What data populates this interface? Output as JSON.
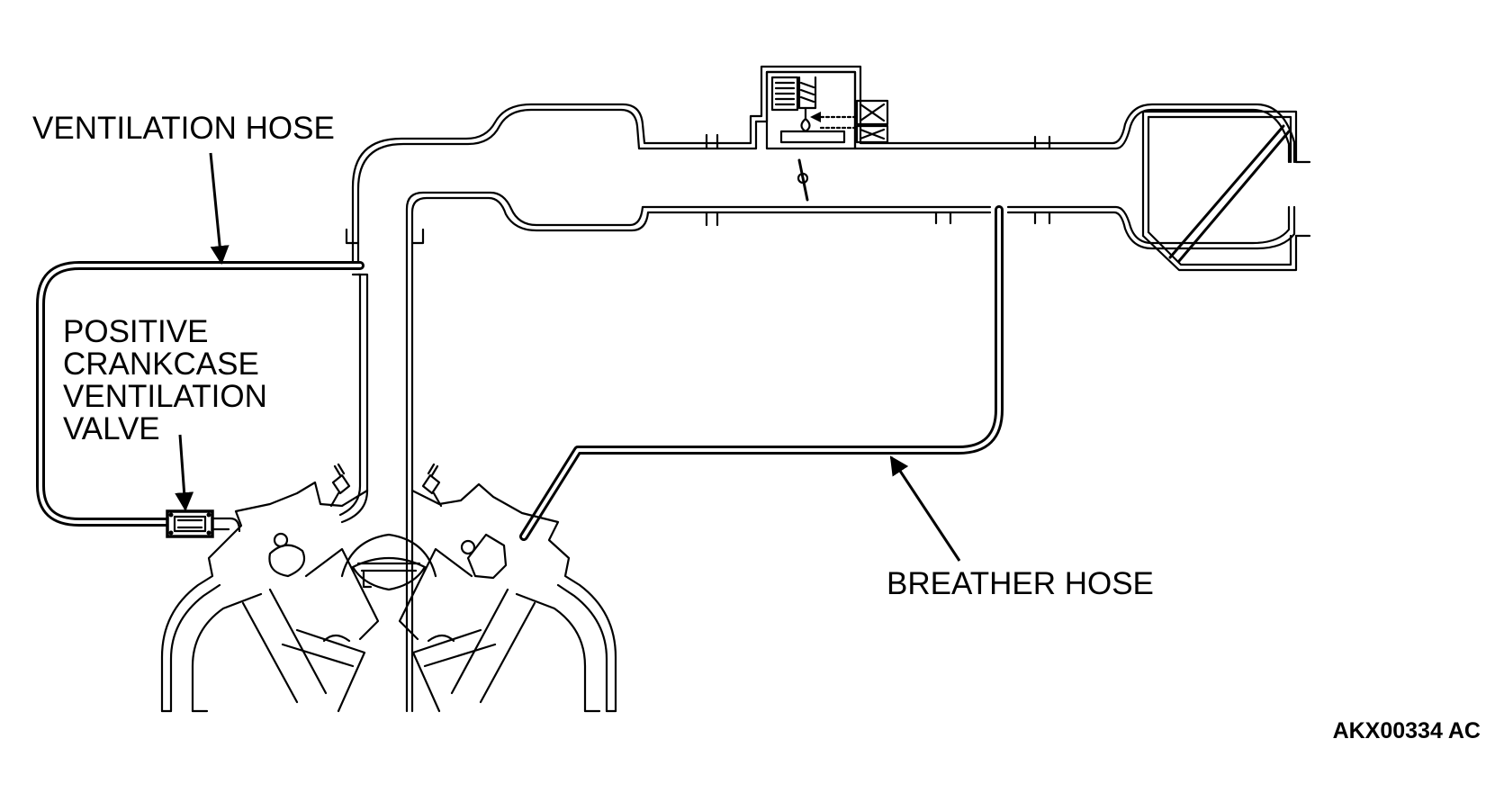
{
  "labels": {
    "ventilation_hose": "VENTILATION HOSE",
    "pcv_valve_lines": [
      "POSITIVE",
      "CRANKCASE",
      "VENTILATION",
      "VALVE"
    ],
    "breather_hose": "BREATHER HOSE"
  },
  "figure_code": "AKX00334 AC"
}
